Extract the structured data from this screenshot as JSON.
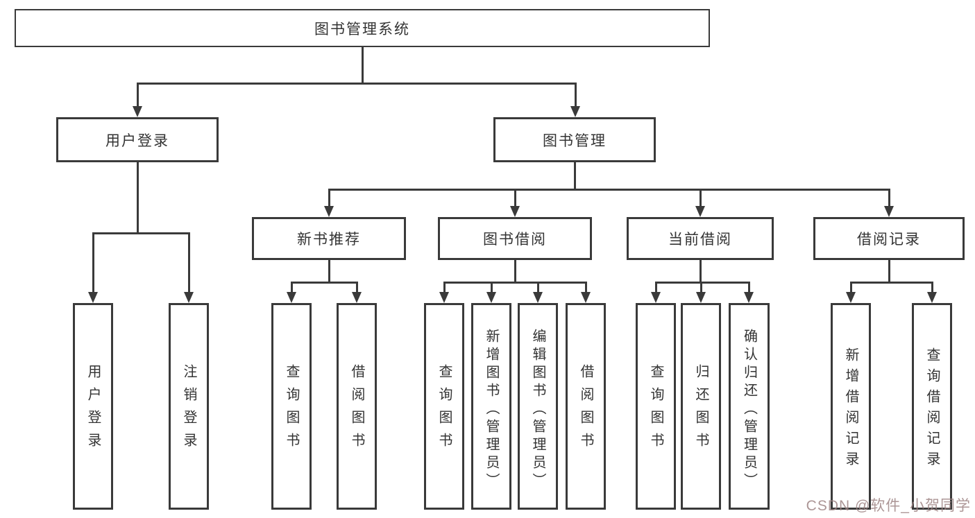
{
  "title": "图书管理系统",
  "nodes": {
    "user_login": "用户登录",
    "book_mgmt": "图书管理",
    "new_book": "新书推荐",
    "book_borrow": "图书借阅",
    "current_borrow": "当前借阅",
    "borrow_records": "借阅记录"
  },
  "leaves": {
    "user": [
      "用户登录",
      "注销登录"
    ],
    "new_book": [
      "查询图书",
      "借阅图书"
    ],
    "book_borrow": [
      "查询图书",
      "新增图书（管理员）",
      "编辑图书（管理员）",
      "借阅图书"
    ],
    "current_borrow": [
      "查询图书",
      "归还图书",
      "确认归还（管理员）"
    ],
    "borrow_records": [
      "新增借阅记录",
      "查询借阅记录"
    ]
  },
  "watermark": "CSDN @软件_小贺同学",
  "colors": {
    "line": "#3a3a3a",
    "text": "#333333",
    "canvas": "#ffffff"
  }
}
